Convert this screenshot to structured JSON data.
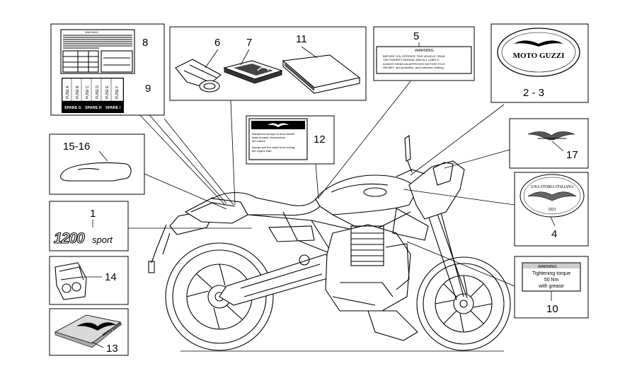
{
  "callouts": {
    "c1": "1",
    "c2_3": "2 - 3",
    "c4": "4",
    "c5": "5",
    "c6": "6",
    "c7": "7",
    "c8": "8",
    "c9": "9",
    "c10": "10",
    "c11": "11",
    "c12": "12",
    "c13": "13",
    "c14": "14",
    "c15_16": "15-16",
    "c17": "17"
  },
  "decal_1200sport": {
    "big": "1200",
    "script": "sport"
  },
  "decal_moto_guzzi": {
    "text": "MOTO GUZZI"
  },
  "decal_storia": {
    "arc": "UNA STORIA ITALIANA",
    "year": "1921"
  },
  "warning_5": {
    "title": "WARNING",
    "line1": "BEFORE YOU OPERATE THIS VEHICLE, READ",
    "line2": "THE OWNER'S MANUAL AND ALL LABELS.",
    "line3": "ALWAYS WEAR AN APPROVED MOTORCYCLE",
    "line4": "HELMET, and protection, and protective clothing."
  },
  "warning_8": {
    "title": "WARNING"
  },
  "fuse_box_9": {
    "row1": [
      "FUSE A",
      "FUSE B",
      "FUSE C",
      "FUSE D",
      "FUSE E",
      "FUSE F"
    ],
    "row2": [
      "SPARE G",
      "SPARE H",
      "SPARE I"
    ]
  },
  "warning_10": {
    "title": "WARNING",
    "line1": "Tightening torque",
    "line2": "50 Nm",
    "line3": "with grease"
  },
  "clutch_label_12": {
    "it1": "Mantenere sempre la leva frizione",
    "it2": "tirata durante l'avviamento",
    "it3": "del motore",
    "en1": "Always pull the clutch lever during",
    "en2": "the engine start"
  },
  "cover_13": {
    "text": "MOTO GUZZI"
  }
}
